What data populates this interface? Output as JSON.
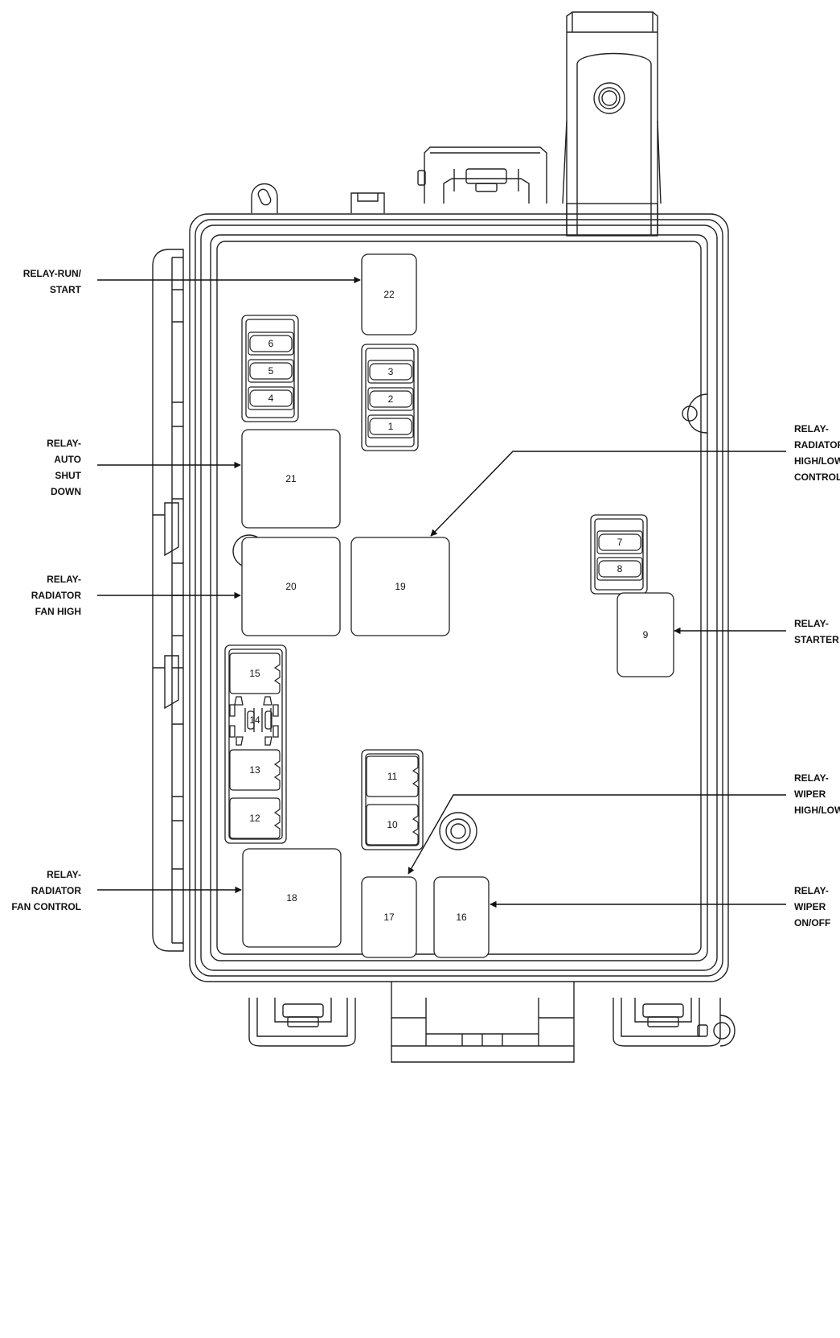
{
  "diagram": {
    "relays": [
      {
        "id": "22"
      },
      {
        "id": "21"
      },
      {
        "id": "20"
      },
      {
        "id": "19"
      },
      {
        "id": "18"
      },
      {
        "id": "17"
      },
      {
        "id": "16"
      },
      {
        "id": "9"
      }
    ],
    "fuses": [
      "6",
      "5",
      "4",
      "3",
      "2",
      "1",
      "7",
      "8",
      "15",
      "14",
      "13",
      "12",
      "11",
      "10"
    ],
    "callouts": [
      {
        "target": "22",
        "lines": [
          "RELAY-RUN/",
          "START"
        ]
      },
      {
        "target": "21",
        "lines": [
          "RELAY-",
          "AUTO",
          "SHUT",
          "DOWN"
        ]
      },
      {
        "target": "20",
        "lines": [
          "RELAY-",
          "RADIATOR",
          "FAN HIGH"
        ]
      },
      {
        "target": "18",
        "lines": [
          "RELAY-",
          "RADIATOR",
          "FAN CONTROL"
        ]
      },
      {
        "target": "19",
        "lines": [
          "RELAY-",
          "RADIATOR",
          "HIGH/LOW",
          "CONTROL"
        ]
      },
      {
        "target": "9",
        "lines": [
          "RELAY-",
          "STARTER"
        ]
      },
      {
        "target": "17",
        "lines": [
          "RELAY-",
          "WIPER",
          "HIGH/LOW"
        ]
      },
      {
        "target": "16",
        "lines": [
          "RELAY-",
          "WIPER",
          "ON/OFF"
        ]
      }
    ]
  }
}
